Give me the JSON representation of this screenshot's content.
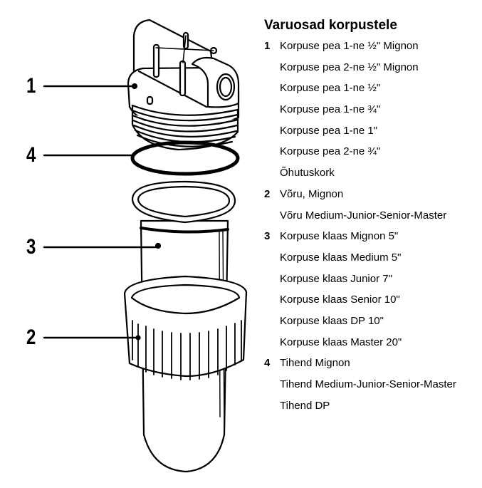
{
  "diagram": {
    "description": "Exploded view of water filter housing",
    "callouts": [
      "1",
      "4",
      "3",
      "2"
    ]
  },
  "parts_list": {
    "title": "Varuosad korpustele",
    "groups": [
      {
        "number": "1",
        "items": [
          "Korpuse pea 1-ne ½\" Mignon",
          "Korpuse pea 2-ne ½\" Mignon",
          "Korpuse pea 1-ne ½\"",
          "Korpuse pea 1-ne ¾\"",
          "Korpuse pea 1-ne 1\"",
          "Korpuse pea 2-ne ¾\"",
          "Õhutuskork"
        ]
      },
      {
        "number": "2",
        "items": [
          "Võru, Mignon",
          "Võru Medium-Junior-Senior-Master"
        ]
      },
      {
        "number": "3",
        "items": [
          "Korpuse klaas Mignon 5\"",
          "Korpuse klaas Medium 5\"",
          "Korpuse klaas Junior 7\"",
          "Korpuse klaas Senior 10\"",
          "Korpuse klaas DP 10\"",
          "Korpuse klaas Master 20\""
        ]
      },
      {
        "number": "4",
        "items": [
          "Tihend Mignon",
          "Tihend Medium-Junior-Senior-Master",
          "Tihend DP"
        ]
      }
    ]
  }
}
